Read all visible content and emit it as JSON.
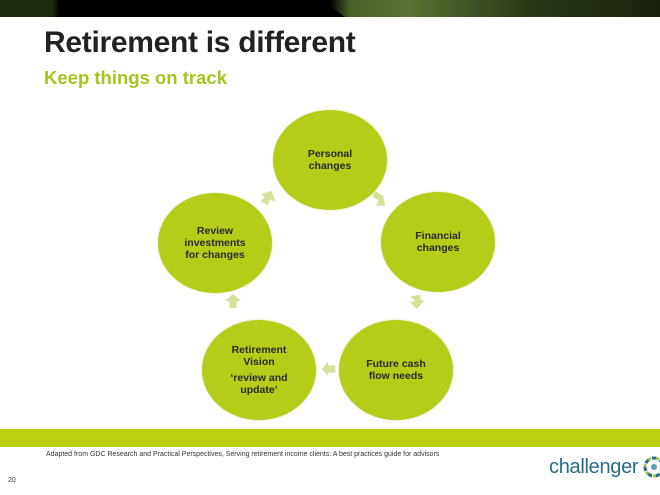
{
  "slide": {
    "title": "Retirement is different",
    "subtitle": "Keep things on track",
    "page_number": "20",
    "source_note": "Adapted from GDC Research and Practical Perspectives, Serving retirement income clients: A best practices guide for advisors",
    "logo_text": "challenger",
    "colors": {
      "accent": "#b5cc18",
      "subtitle": "#a5c520",
      "band": "#bcd10f",
      "arrow": "#d6e29a",
      "logo": "#2b6b8a"
    }
  },
  "cycle": {
    "nodes": [
      {
        "id": "personal",
        "label": "Personal\nchanges"
      },
      {
        "id": "financial",
        "label": "Financial\nchanges"
      },
      {
        "id": "future-cash",
        "label": "Future cash\nflow needs"
      },
      {
        "id": "retirement-vision",
        "label": "Retirement\nVision",
        "sublabel": "‘review and\nupdate’"
      },
      {
        "id": "review",
        "label": "Review\ninvestments\nfor changes"
      }
    ],
    "arrows": [
      "personal-to-financial",
      "financial-to-future-cash",
      "future-cash-to-retirement-vision",
      "retirement-vision-to-review",
      "review-to-personal"
    ]
  }
}
